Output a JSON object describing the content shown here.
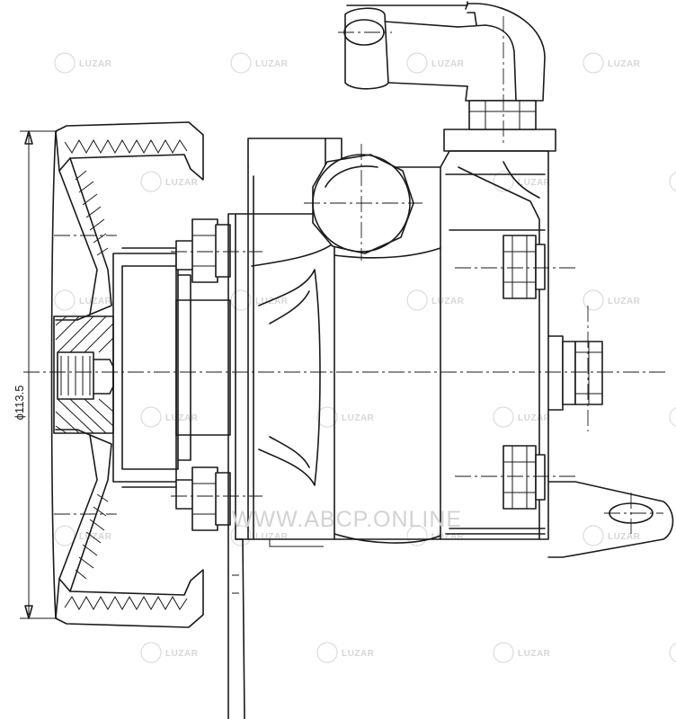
{
  "diagram": {
    "dimension_label": "ϕ113.5",
    "site_watermark": "WWW.ABCP.ONLINE",
    "brand_watermark": "LUZAR"
  }
}
